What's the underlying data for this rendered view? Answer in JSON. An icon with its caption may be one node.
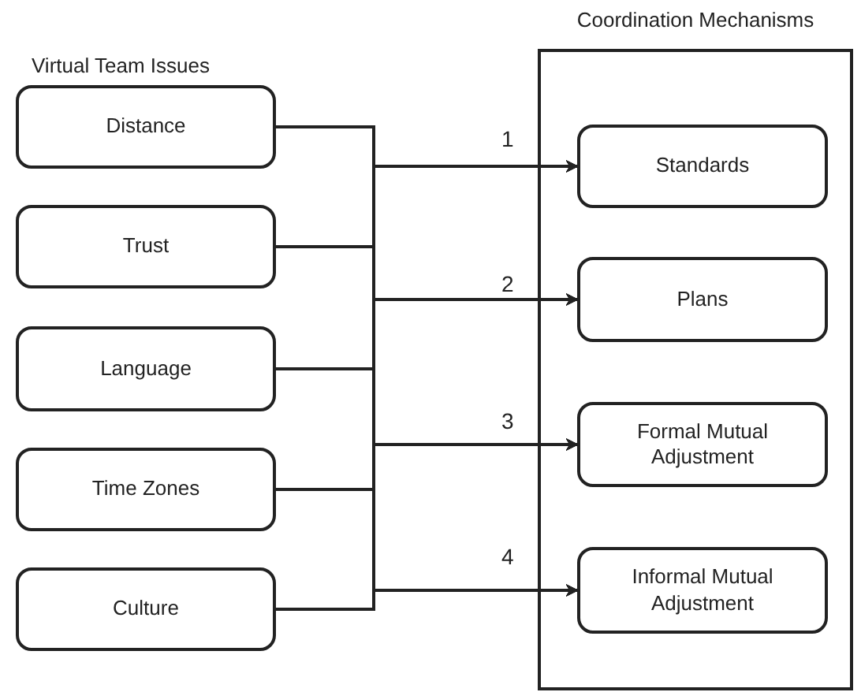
{
  "diagram": {
    "nodes": [
      {
        "text": [
          "Distance"
        ]
      },
      {
        "text": [
          "Trust"
        ]
      },
      {
        "text": [
          "Language"
        ]
      },
      {
        "text": [
          "Time Zones"
        ]
      },
      {
        "text": [
          "Culture"
        ]
      },
      {
        "text": [
          "Coordination Mechanisms"
        ]
      },
      {
        "text": [
          "Standards"
        ],
        "in": 5
      },
      {
        "text": [
          "Plans"
        ],
        "in": 5
      },
      {
        "text": [
          "Formal Mutual Adjustment"
        ],
        "in": 5
      },
      {
        "text": [
          "Informal Mutual Adjustment"
        ],
        "in": 5
      }
    ],
    "edges": [
      {
        "from": 0,
        "to": 6,
        "arrow": "to"
      },
      {
        "from": 1,
        "to": 6,
        "arrow": "to"
      },
      {
        "from": 2,
        "to": 6,
        "arrow": "to"
      },
      {
        "from": 3,
        "to": 6,
        "arrow": "to"
      },
      {
        "from": 4,
        "to": 6,
        "arrow": "to"
      },
      {
        "from": 0,
        "to": 7,
        "arrow": "to"
      },
      {
        "from": 1,
        "to": 7,
        "arrow": "to"
      },
      {
        "from": 2,
        "to": 7,
        "arrow": "to"
      },
      {
        "from": 3,
        "to": 7,
        "arrow": "to"
      },
      {
        "from": 4,
        "to": 7,
        "arrow": "to"
      },
      {
        "from": 0,
        "to": 8,
        "arrow": "to"
      },
      {
        "from": 1,
        "to": 8,
        "arrow": "to"
      },
      {
        "from": 2,
        "to": 8,
        "arrow": "to"
      },
      {
        "from": 3,
        "to": 8,
        "arrow": "to"
      },
      {
        "from": 4,
        "to": 8,
        "arrow": "to"
      },
      {
        "from": 0,
        "to": 9,
        "arrow": "to"
      },
      {
        "from": 1,
        "to": 9,
        "arrow": "to"
      },
      {
        "from": 2,
        "to": 9,
        "arrow": "to"
      },
      {
        "from": 3,
        "to": 9,
        "arrow": "to"
      },
      {
        "from": 4,
        "to": 9,
        "arrow": "to"
      }
    ],
    "labels": [
      "Virtual Team Issues",
      "1",
      "2",
      "3",
      "4"
    ]
  }
}
